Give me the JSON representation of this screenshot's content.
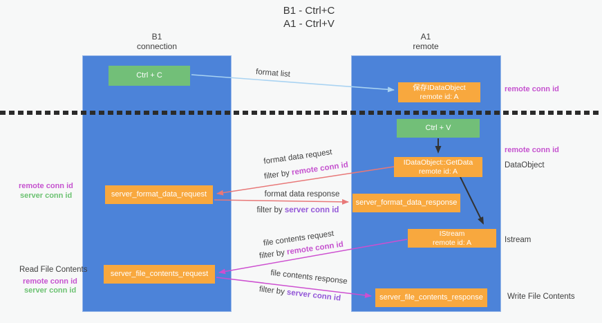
{
  "title": {
    "line1": "B1 - Ctrl+C",
    "line2": "A1 - Ctrl+V"
  },
  "lifelines": {
    "b1": {
      "name": "B1",
      "role": "connection"
    },
    "a1": {
      "name": "A1",
      "role": "remote"
    }
  },
  "nodes": {
    "ctrl_c": {
      "label": "Ctrl + C"
    },
    "save_idataobject": {
      "line1": "保存IDataObject",
      "line2": "remote id: A"
    },
    "ctrl_v": {
      "label": "Ctrl + V"
    },
    "idataobject_getdata": {
      "line1": "IDataObject::GetData",
      "line2": "remote id: A"
    },
    "server_format_data_request": {
      "label": "server_format_data_request"
    },
    "server_format_data_response": {
      "label": "server_format_data_response"
    },
    "istream": {
      "line1": "IStream",
      "line2": "remote id: A"
    },
    "server_file_contents_request": {
      "label": "server_file_contents_request"
    },
    "server_file_contents_response": {
      "label": "server_file_contents_response"
    }
  },
  "flows": {
    "format_list": {
      "label": "format list"
    },
    "format_data_request": {
      "label": "format data request",
      "filter_prefix": "filter by ",
      "filter_key": "remote conn id"
    },
    "format_data_response": {
      "label": "format data response",
      "filter_prefix": "filter by ",
      "filter_key": "server conn id"
    },
    "file_contents_request": {
      "label": "file contents request",
      "filter_prefix": "filter by ",
      "filter_key": "remote conn id"
    },
    "file_contents_response": {
      "label": "file contents response",
      "filter_prefix": "filter by ",
      "filter_key": "server conn id"
    }
  },
  "annotations": {
    "right_save": "remote conn id",
    "right_ctrl_v": "remote conn id",
    "right_getdata": "DataObject",
    "right_istream": "Istream",
    "right_file_response": "Write File Contents",
    "left_format_remote": "remote conn id",
    "left_format_server": "server conn id",
    "left_file_title": "Read File Contents",
    "left_file_remote": "remote conn id",
    "left_file_server": "server conn id"
  },
  "colors": {
    "bg": "#f7f8f8",
    "column_blue": "#4c83d9",
    "box_green": "#72bf78",
    "box_orange": "#f8a83e",
    "arrow_light_blue": "#a9d3f2",
    "arrow_salmon": "#e87878",
    "arrow_magenta": "#cd4fd0",
    "arrow_black": "#333333",
    "divider": "#2b2b2b",
    "text_remote": "#c553cf",
    "text_server_violet": "#9458d8",
    "text_server_green": "#6cc272"
  }
}
